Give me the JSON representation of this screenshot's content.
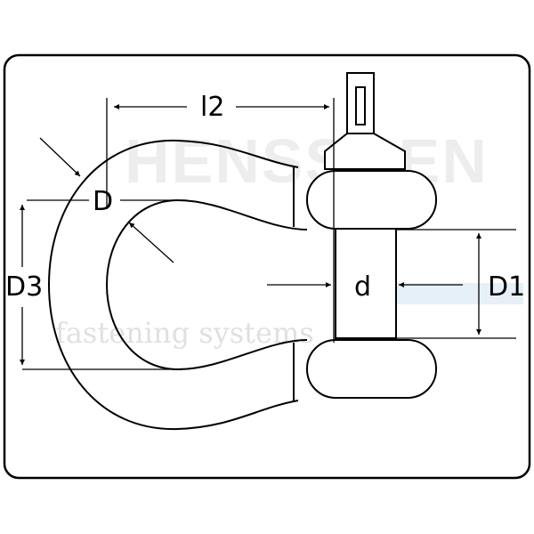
{
  "labels": {
    "l2": "l2",
    "D": "D",
    "D3": "D3",
    "d": "d",
    "D1": "D1"
  },
  "watermark": {
    "brand": "HENSSGEN",
    "tagline": "fastening systems"
  },
  "colors": {
    "line": "#000000",
    "watermark_blue": "#dce9f5"
  }
}
